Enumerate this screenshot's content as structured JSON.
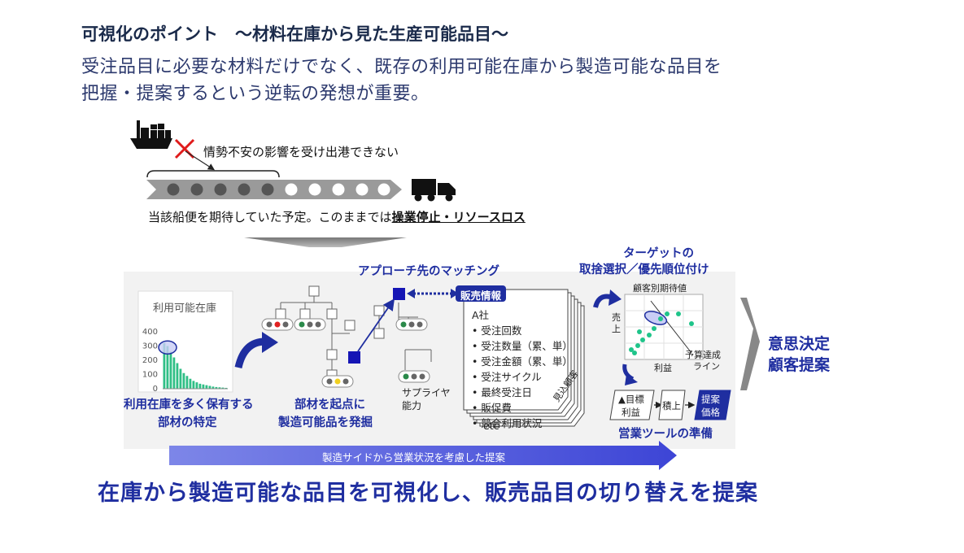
{
  "header": {
    "title": "可視化のポイント　～材料在庫から見た生産可能品目～",
    "subtitle_line1": "受注品目に必要な材料だけでなく、既存の利用可能在庫から製造可能な品目を",
    "subtitle_line2": "把握・提案するという逆転の発想が重要。"
  },
  "shipping": {
    "warning": "情勢不安の影響を受け出港できない",
    "note_prefix": "当該船便を期待していた予定。このままでは",
    "note_emphasis": "操業停止・リソースロス"
  },
  "stock_chart": {
    "chart_data": {
      "type": "bar",
      "title": "利用可能在庫",
      "yticks": [
        0,
        100,
        200,
        300,
        400
      ],
      "ylim": [
        0,
        400
      ],
      "values": [
        320,
        300,
        260,
        220,
        180,
        140,
        110,
        90,
        70,
        55,
        45,
        35,
        30,
        25,
        20,
        15,
        12,
        10,
        8,
        6
      ]
    }
  },
  "steps": {
    "step1_line1": "利用在庫を多く保有する",
    "step1_line2": "部材の特定",
    "step2_line1": "部材を起点に",
    "step2_line2": "製造可能品を発掘",
    "supplier_line1": "サプライヤ",
    "supplier_line2": "能力"
  },
  "matching": {
    "title": "アプローチ先のマッチング",
    "sales_info_label": "販売情報",
    "company": "A社",
    "items": [
      "• 受注回数",
      "• 受注数量（累、単）",
      "• 受注金額（累、単）",
      "• 受注サイクル",
      "• 最終受注日",
      "• 販促費",
      "• 競合利用状況"
    ],
    "etc": "etc",
    "stack_label": "見込顧客"
  },
  "target": {
    "title_line1": "ターゲットの",
    "title_line2": "取捨選択／優先順位付け",
    "chart_title": "顧客別期待値",
    "y_axis_line1": "売",
    "y_axis_line2": "上",
    "x_axis": "利益",
    "budget_line1": "予算達成",
    "budget_line2": "ライン"
  },
  "tools": {
    "box1_line1": "▲目標",
    "box1_line2": "利益",
    "box2": "積上",
    "box3_line1": "提案",
    "box3_line2": "価格",
    "caption": "営業ツールの準備"
  },
  "decision": {
    "line1": "意思決定",
    "line2": "顧客提案"
  },
  "band_label": "製造サイドから営業状況を考慮した提案",
  "conclusion": "在庫から製造可能な品目を可視化し、販売品目の切り替えを提案"
}
